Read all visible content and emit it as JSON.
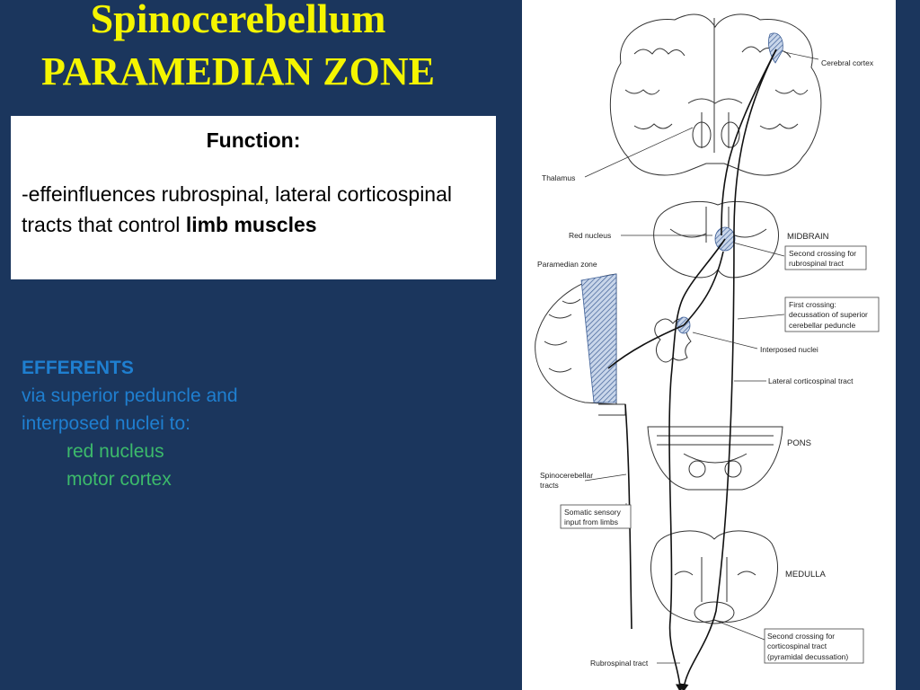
{
  "title": {
    "line1": "Spinocerebellum",
    "line2": "PARAMEDIAN ZONE"
  },
  "function_box": {
    "heading": "Function:",
    "text_plain": "-effeinfluences rubrospinal, lateral corticospinal tracts that control ",
    "text_bold": "limb muscles"
  },
  "efferents": {
    "title": "EFFERENTS",
    "line1": "via superior peduncle and",
    "line2": "interposed nuclei to:",
    "targets": [
      "red nucleus",
      "motor cortex"
    ]
  },
  "figure": {
    "labels": {
      "cerebral_cortex": "Cerebral cortex",
      "thalamus": "Thalamus",
      "red_nucleus": "Red nucleus",
      "midbrain": "MIDBRAIN",
      "paramedian_zone": "Paramedian zone",
      "second_crossing_rubro_1": "Second crossing for",
      "second_crossing_rubro_2": "rubrospinal tract",
      "first_crossing_1": "First crossing:",
      "first_crossing_2": "decussation of superior",
      "first_crossing_3": "cerebellar peduncle",
      "interposed_nuclei": "Interposed nuclei",
      "lateral_corticospinal": "Lateral corticospinal tract",
      "pons": "PONS",
      "spinocerebellar_1": "Spinocerebellar",
      "spinocerebellar_2": "tracts",
      "somatic_1": "Somatic sensory",
      "somatic_2": "input from limbs",
      "medulla": "MEDULLA",
      "second_crossing_cortico_1": "Second crossing for",
      "second_crossing_cortico_2": "corticospinal tract",
      "second_crossing_cortico_3": "(pyramidal decussation)",
      "rubrospinal_tract": "Rubrospinal tract"
    }
  }
}
